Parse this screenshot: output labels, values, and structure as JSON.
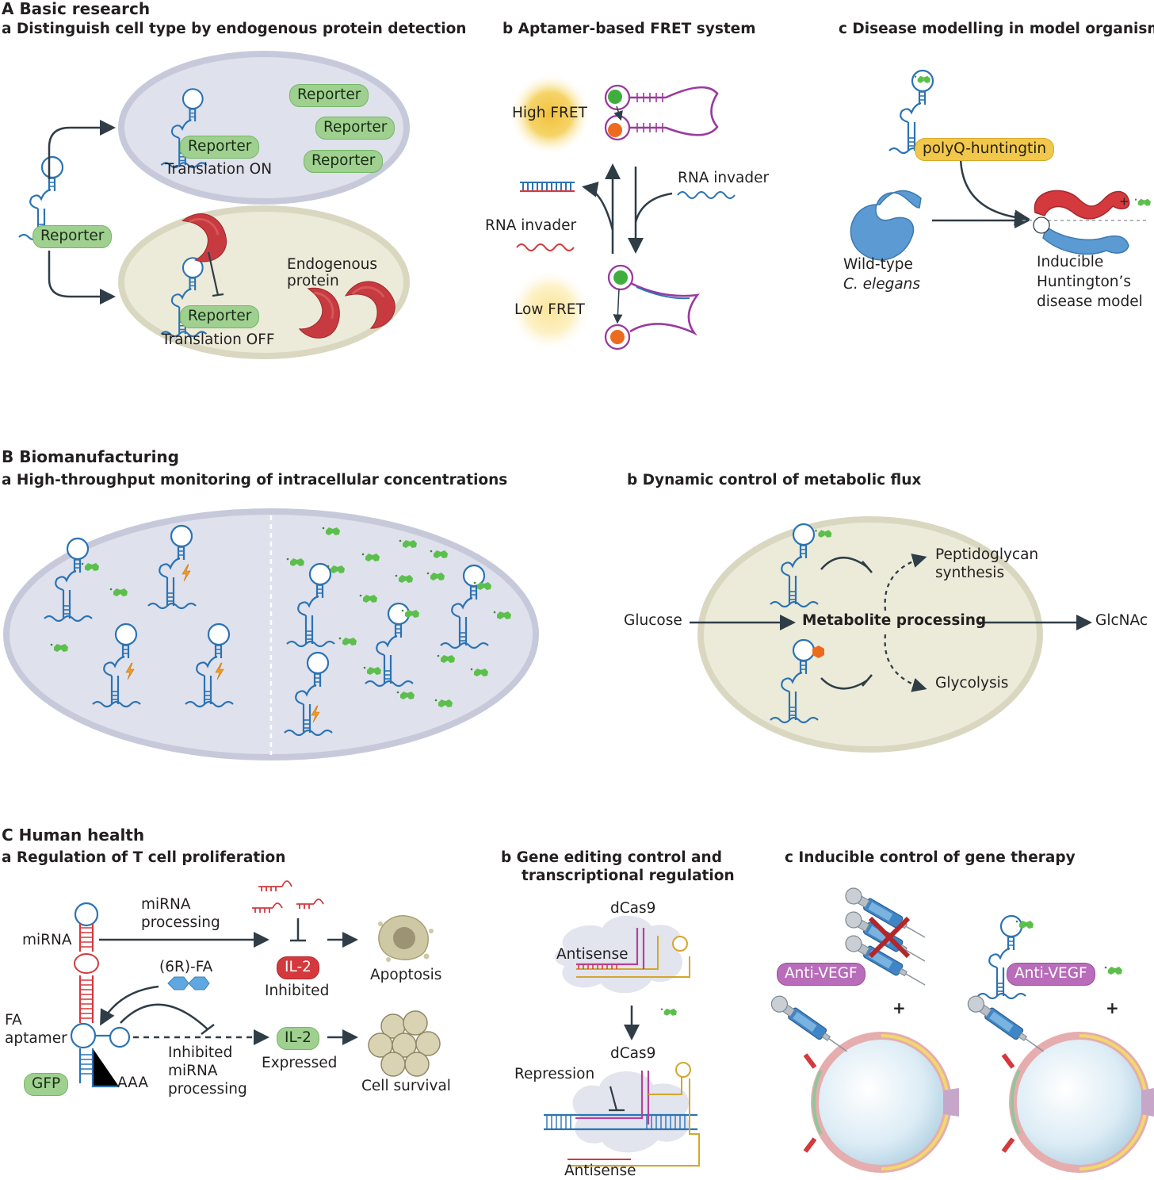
{
  "sectionA": {
    "title": "A  Basic research",
    "a": {
      "title": "a  Distinguish cell type by endogenous protein detection",
      "reporter": "Reporter",
      "translation_on": "Translation ON",
      "translation_off": "Translation OFF",
      "endogenous": "Endogenous protein"
    },
    "b": {
      "title": "b  Aptamer-based FRET system",
      "high_fret": "High FRET",
      "low_fret": "Low FRET",
      "rna_invader": "RNA invader"
    },
    "c": {
      "title": "c  Disease modelling in model organisms",
      "polyq": "polyQ-huntingtin",
      "wild_type_1": "Wild-type",
      "wild_type_2": "C. elegans",
      "inducible_1": "Inducible",
      "inducible_2": "Huntington’s",
      "inducible_3": "disease model",
      "plus": "+"
    }
  },
  "sectionB": {
    "title": "B  Biomanufacturing",
    "a": {
      "title": "a  High-throughput monitoring of intracellular concentrations"
    },
    "b": {
      "title": "b  Dynamic control of metabolic flux",
      "glucose": "Glucose",
      "metabolite": "Metabolite processing",
      "glcnac": "GlcNAc",
      "peptidoglycan_1": "Peptidoglycan",
      "peptidoglycan_2": "synthesis",
      "glycolysis": "Glycolysis"
    }
  },
  "sectionC": {
    "title": "C  Human health",
    "a": {
      "title": "a  Regulation of T cell proliferation",
      "mirna": "miRNA",
      "mirna_processing_1": "miRNA",
      "mirna_processing_2": "processing",
      "fa_label": "(6R)-FA",
      "fa_aptamer_1": "FA",
      "fa_aptamer_2": "aptamer",
      "gfp": "GFP",
      "aaa": "AAA",
      "il2": "IL-2",
      "inhibited": "Inhibited",
      "expressed": "Expressed",
      "apoptosis": "Apoptosis",
      "cell_survival": "Cell survival",
      "inhibited_mirna_1": "Inhibited",
      "inhibited_mirna_2": "miRNA",
      "inhibited_mirna_3": "processing"
    },
    "b": {
      "title_1": "b  Gene editing control and",
      "title_2": "transcriptional regulation",
      "dcas9": "dCas9",
      "antisense": "Antisense",
      "repression": "Repression"
    },
    "c": {
      "title": "c  Inducible control of gene therapy",
      "anti_vegf": "Anti-VEGF",
      "plus": "+"
    }
  },
  "colors": {
    "rna_blue": "#2b73b4",
    "reporter_green": "#9fd090",
    "protein_red": "#c73a3f",
    "cell_blue": "#dfe1ec",
    "cell_tan": "#ecebd9",
    "arrow": "#2f3d47",
    "purple": "#9a3a9e",
    "ligand_green": "#5cbf4c"
  }
}
